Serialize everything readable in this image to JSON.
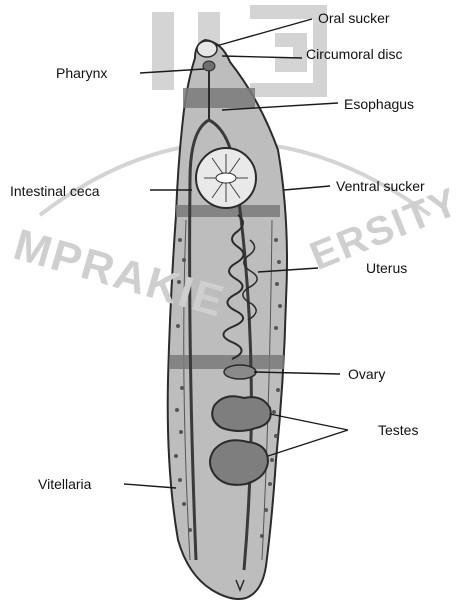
{
  "labels": {
    "oral_sucker": "Oral sucker",
    "circumoral_disc": "Circumoral disc",
    "pharynx": "Pharynx",
    "esophagus": "Esophagus",
    "intestinal_ceca": "Intestinal ceca",
    "ventral_sucker": "Ventral sucker",
    "uterus": "Uterus",
    "ovary": "Ovary",
    "testes": "Testes",
    "vitellaria": "Vitellaria"
  },
  "watermark": {
    "left": "MPRAKIE",
    "right": "ERSITY"
  },
  "colors": {
    "body_fill": "#bdbdbd",
    "outline": "#2b2b2b",
    "band": "#7a7a7a",
    "watermark": "#d0d0d0"
  }
}
